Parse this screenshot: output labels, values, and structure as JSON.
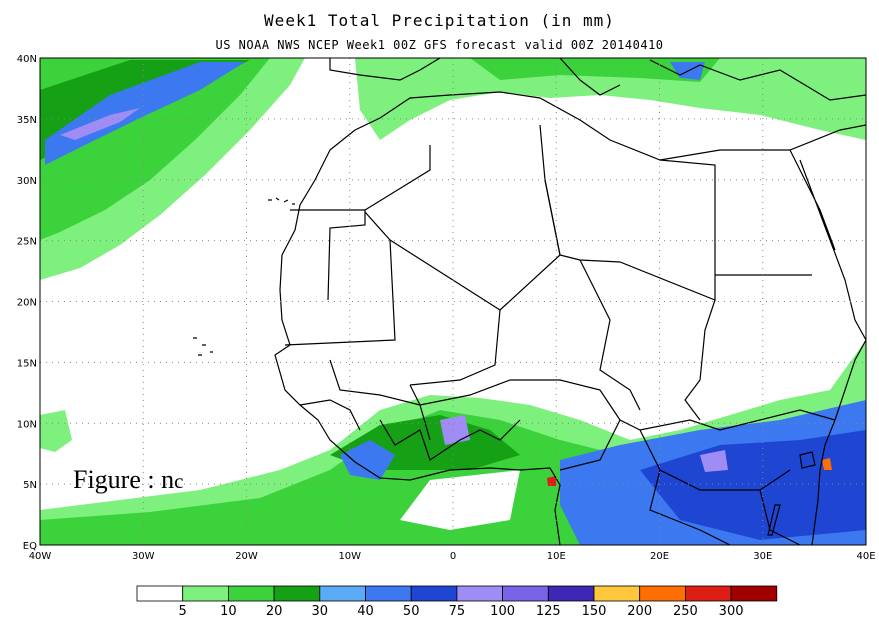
{
  "title": "Week1 Total Precipitation (in mm)",
  "subtitle": "US NOAA NWS NCEP Week1 00Z GFS forecast valid 00Z 20140410",
  "figure_label": {
    "text": "Figure : n",
    "suffix": "c"
  },
  "map": {
    "lat_range": [
      0,
      40
    ],
    "lon_range": [
      -40,
      40
    ],
    "lat_ticks": [
      "EQ",
      "5N",
      "10N",
      "15N",
      "20N",
      "25N",
      "30N",
      "35N",
      "40N"
    ],
    "lon_ticks": [
      "40W",
      "30W",
      "20W",
      "10W",
      "0",
      "10E",
      "20E",
      "30E",
      "40E"
    ],
    "grid": "dotted"
  },
  "colorbar": {
    "labels": [
      "5",
      "10",
      "20",
      "30",
      "40",
      "50",
      "75",
      "100",
      "125",
      "150",
      "200",
      "250",
      "300"
    ],
    "colors": [
      "#ffffff",
      "#7df07d",
      "#3cd23c",
      "#16a016",
      "#5aaaf5",
      "#3c78f0",
      "#1e46d2",
      "#a08cf5",
      "#7864e6",
      "#3c28b4",
      "#ffc83c",
      "#ff6e00",
      "#dc1e14",
      "#a00000"
    ]
  }
}
